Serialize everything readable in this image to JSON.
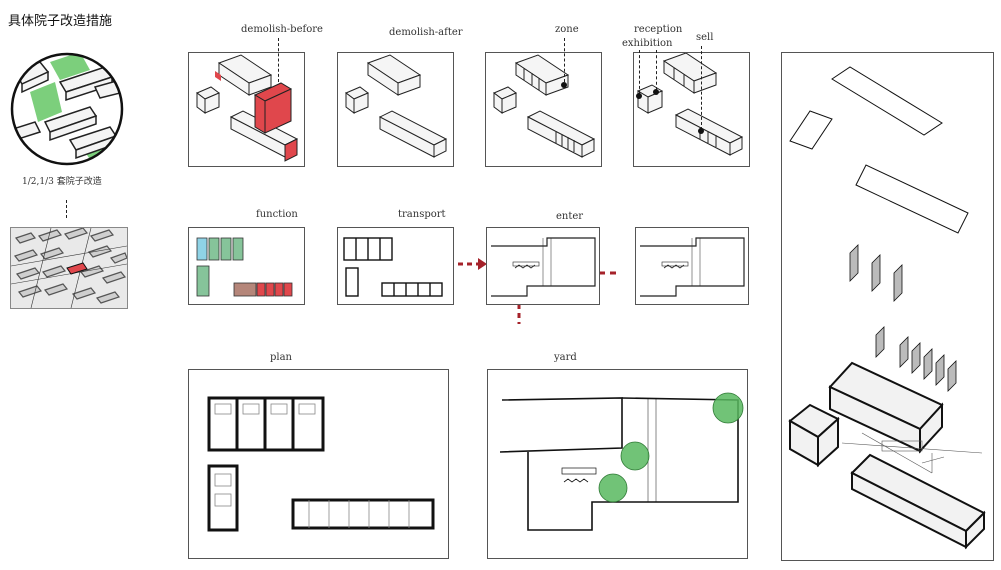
{
  "title": "具体院子改造措施",
  "caption": "1/2,1/3 套院子改造",
  "labels": {
    "demolish_before": "demolish-before",
    "demolish_after": "demolish-after",
    "zone": "zone",
    "reception": "reception",
    "exhibition": "exhibition",
    "sell": "sell",
    "function": "function",
    "transport": "transport",
    "enter": "enter",
    "plan": "plan",
    "yard": "yard"
  },
  "colors": {
    "demolish_red": "#e0474c",
    "arrow_red": "#a5222a",
    "green": "#58b95f",
    "function_green": "#86c49a",
    "function_blue": "#8fd3e6"
  }
}
